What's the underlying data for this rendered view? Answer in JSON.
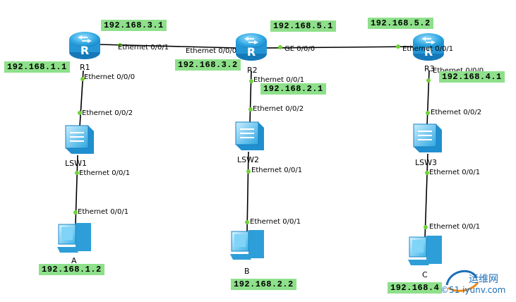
{
  "devices": {
    "r1": {
      "name": "R1"
    },
    "r2": {
      "name": "R2"
    },
    "r3": {
      "name": "R3"
    },
    "lsw1": {
      "name": "LSW1"
    },
    "lsw2": {
      "name": "LSW2"
    },
    "lsw3": {
      "name": "LSW3"
    },
    "pca": {
      "name": "A"
    },
    "pcb": {
      "name": "B"
    },
    "pcc": {
      "name": "C"
    }
  },
  "ports": {
    "r1_right": "Ethernet 0/0/1",
    "r2_left": "Ethernet 0/0/0",
    "r2_right": "GE 0/0/0",
    "r3_left": "Ethernet 0/0/1",
    "r1_down": "Ethernet 0/0/0",
    "r2_down": "Ethernet 0/0/1",
    "r3_down": "Ethernet 0/0/0",
    "lsw1_up": "Ethernet 0/0/2",
    "lsw2_up": "Ethernet 0/0/2",
    "lsw3_up": "Ethernet 0/0/2",
    "lsw1_down": "Ethernet 0/0/1",
    "lsw2_down": "Ethernet 0/0/1",
    "lsw3_down": "Ethernet 0/0/1",
    "pca_up": "Ethernet 0/0/1",
    "pcb_up": "Ethernet 0/0/1",
    "pcc_up": "Ethernet 0/0/1"
  },
  "ips": {
    "r1_r2_left": "192.168.3.1",
    "r1_lan": "192.168.1.1",
    "r2_r1": "192.168.3.2",
    "r2_r3": "192.168.5.1",
    "r2_lan": "192.168.2.1",
    "r3_r2": "192.168.5.2",
    "r3_lan": "192.168.4.1",
    "pc_a": "192.168.1.2",
    "pc_b": "192.168.2.2",
    "pc_c": "192.168.4"
  },
  "colors": {
    "ip_bg": "#8ee08a",
    "port_dot": "#6fd136",
    "router": "#29a3e0",
    "switch": "#3fb6ec",
    "pc": "#5ec3f0"
  },
  "watermark": {
    "line1": "运维网",
    "line2": "©51 iyunv.com"
  }
}
